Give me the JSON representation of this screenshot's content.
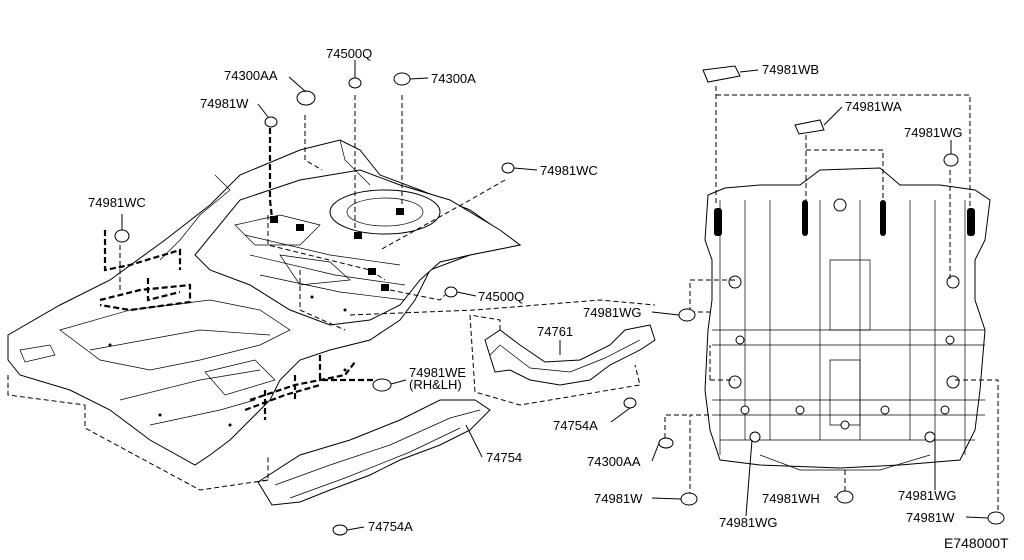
{
  "diagram_code": "E748000T",
  "callouts": {
    "c_74300AA_top": "74300AA",
    "c_74500Q_top": "74500Q",
    "c_74300A_top": "74300A",
    "c_74981W_left": "74981W",
    "c_74981WC_right": "74981WC",
    "c_74981WC_left": "74981WC",
    "c_74500Q_mid": "74500Q",
    "c_74981WE": "74981WE",
    "c_74981WE_note": "(RH&LH)",
    "c_74761": "74761",
    "c_74754A_mid": "74754A",
    "c_74754": "74754",
    "c_74754A_bottom": "74754A",
    "c_74981WB": "74981WB",
    "c_74981WA": "74981WA",
    "c_74981WG_topright": "74981WG",
    "c_74981WG_midleft": "74981WG",
    "c_74300AA_right": "74300AA",
    "c_74981W_bottomleft": "74981W",
    "c_74981WH": "74981WH",
    "c_74981WG_bottomright": "74981WG",
    "c_74981WG_bottom": "74981WG",
    "c_74981W_bottomright": "74981W"
  }
}
